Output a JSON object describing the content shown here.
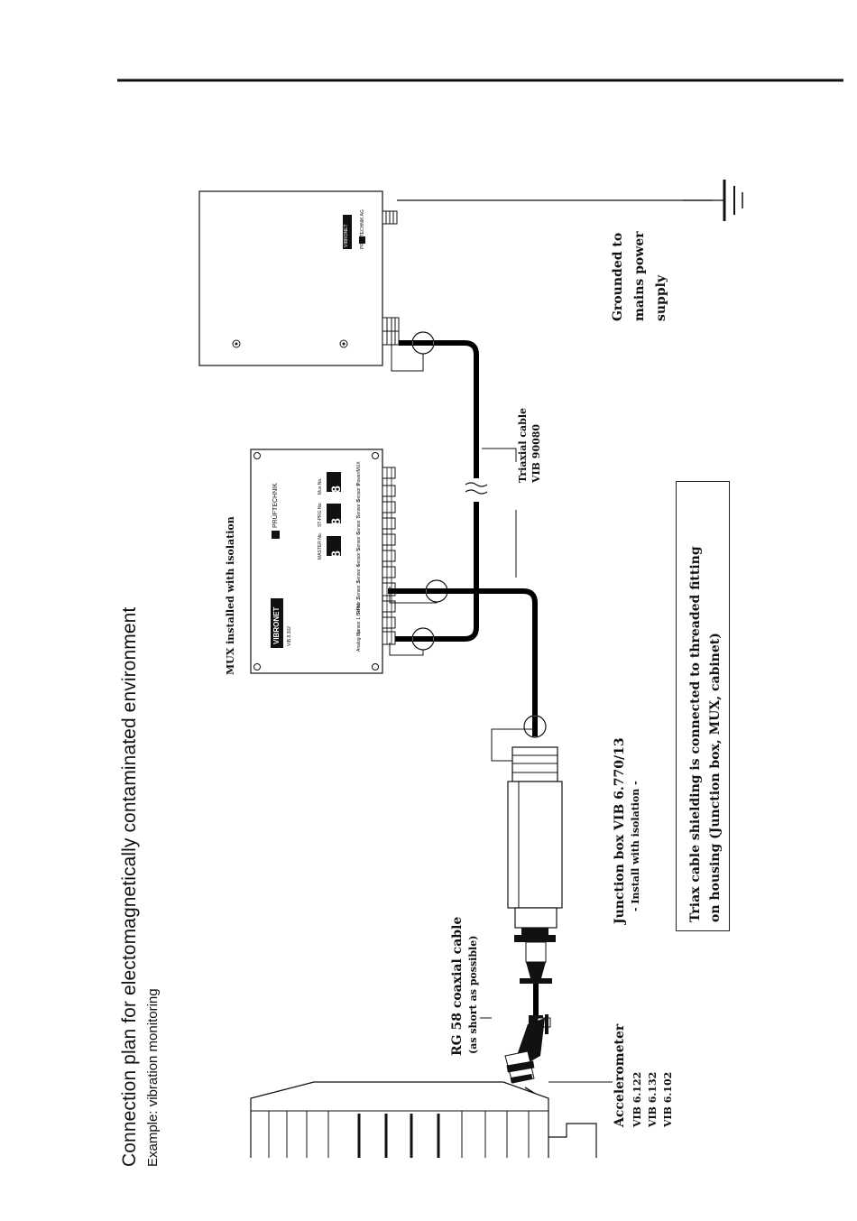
{
  "page": {
    "title": "Connection plan for electomagnetically contaminated environment",
    "subtitle": "Example: vibration monitoring"
  },
  "labels": {
    "accelerometer": {
      "heading": "Accelerometer",
      "models": [
        "VIB 6.122",
        "VIB 6.132",
        "VIB 6.102"
      ]
    },
    "coax": {
      "heading": "RG 58 coaxial cable",
      "note": "(as short as possible)"
    },
    "junction": {
      "heading": "Junction box  VIB 6.770/13",
      "note": "- Install with isolation -"
    },
    "mux": "MUX installed with isolation",
    "triaxial": {
      "heading": "Triaxial cable",
      "part": "VIB 90080"
    },
    "ground": [
      "Grounded to",
      "mains power",
      "supply"
    ],
    "note": [
      "Triax cable shielding is connected to threaded fitting",
      "on housing (Junction box, MUX, cabinet)"
    ]
  },
  "device_text": {
    "mux_brand": "VIBRONET",
    "mux_model": "VIB 8.302",
    "mux_maker": "PRÜFTECHNIK",
    "mux_displays": [
      "MASTER No.",
      "ST-PRG No.",
      "Mux No."
    ],
    "mux_digits": [
      "8",
      "8",
      "8"
    ],
    "mux_ports": [
      "Sensor 1 / RPM",
      "Sensor 2",
      "Sensor 3",
      "Sensor 4",
      "Sensor 5",
      "Sensor 6",
      "Sensor 7",
      "Sensor 8",
      "Sensor 9",
      "Power/MUX"
    ],
    "mux_left": "Analog Inp.",
    "cabinet_brand": "VIBRONET",
    "cabinet_maker": "PRÜFTECHNIK AG"
  },
  "colors": {
    "line": "#111111",
    "cable": "#000000"
  }
}
